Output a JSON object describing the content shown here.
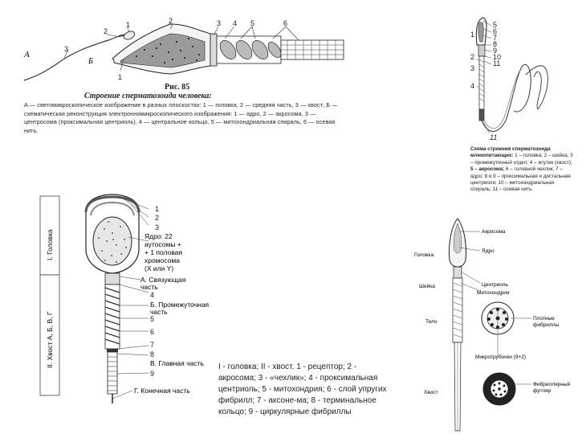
{
  "fig1": {
    "labels": {
      "A": "А",
      "B": "Б",
      "n1a": "1",
      "n1b": "1",
      "n2a": "2",
      "n2b": "2",
      "n3a": "3",
      "n3b": "3",
      "n4": "4",
      "n5": "5",
      "n6": "6"
    },
    "fig_number": "Рис. 85",
    "title": "Строение сперматозоида человека:",
    "text": "А — светомикроскопическое изображение в разных плоскостях: 1 — головка, 2 — средняя часть, 3 — хвост; Б — схематическая реконструкция электронномикроскопического изображения: 1 — ядро, 2 — акросома, 3 — центросома (проксимальная центриоль), 4 — центральное кольцо, 5 — митохондриальная спираль, 6 — осевая нить."
  },
  "fig2": {
    "numbers": [
      "5",
      "6",
      "7",
      "8",
      "9",
      "10",
      "11",
      "1",
      "2",
      "3",
      "4",
      "11"
    ],
    "title": "Схема строения сперматозоида млекопитающих:",
    "text1": " 1 – головка; 2 – шейка; 3 – промежуточный отдел; 4 – жгутик (хвост);",
    "text2": "5 – акросома;",
    "text3": " 6 – головной чехлик; 7 – ядро; 8 и 9 – проксимальная и дистальная центриоли; 10 – митохондриальная спираль; 11 – осевая нить."
  },
  "fig3": {
    "section_head": "I. Головка",
    "section_tail": "II. Хвост А, Б, В, Г",
    "n1": "1",
    "n2": "2",
    "n3": "3",
    "n4": "4",
    "n5": "5",
    "n6": "6",
    "n7": "7",
    "n8": "8",
    "n9": "9",
    "nucleus_lines": [
      "Ядро: 22",
      "аутосомы +",
      "+ 1 половая",
      "хромосома",
      "(X или Y)"
    ],
    "part_a": [
      "А. Связующая",
      "часть"
    ],
    "part_b": [
      "Б. Промежуточная",
      "часть"
    ],
    "part_c": "В. Главная часть",
    "part_d": "Г. Конечная часть"
  },
  "fig4": {
    "head": "Головка",
    "neck": "Шейка",
    "body": "Тело",
    "tail": "Хвост",
    "acrosome": "Акросома",
    "nucleus": "Ядро",
    "centriole": "Центриоль",
    "mitochondria": "Митохондрии",
    "dense_fibrils": [
      "Плотные",
      "фибриллы"
    ],
    "microtubules": "Микротрубочки (9+2)",
    "fibrillar_sheath": [
      "Фибриллярный",
      "футляр"
    ]
  },
  "note": "I - головка; II - хвост. 1 - рецептор; 2 - акросома; 3 - «чехлик»; 4 - проксимальная центриоль; 5 - митохондрия; 6 - слой упругих фибрилл; 7 - аксоне-ма; 8 - терминальное кольцо; 9 - циркулярные фибриллы"
}
